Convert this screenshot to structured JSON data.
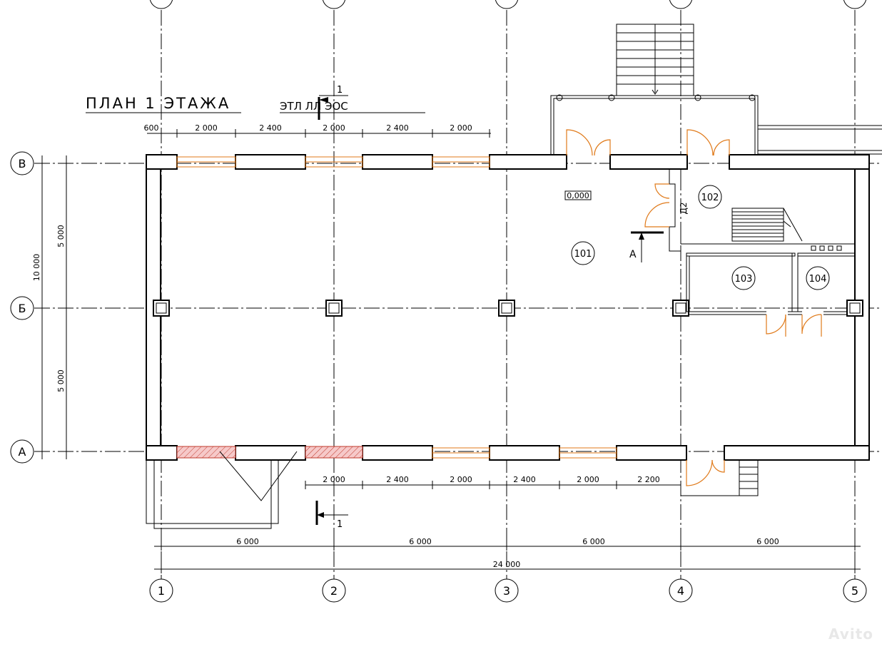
{
  "title": "ПЛАН  1  ЭТАЖА",
  "title_scribble": "ЭТЛ        ЛЛ         ЭОС",
  "axes_vertical": [
    "1",
    "2",
    "3",
    "4",
    "5"
  ],
  "axes_horizontal": [
    "В",
    "Б",
    "А"
  ],
  "dims_top": [
    "600",
    "2 000",
    "2 400",
    "2 000",
    "2 400",
    "2 000"
  ],
  "dims_bottom_openings": [
    "2 000",
    "2 400",
    "2 000",
    "2 400",
    "2 000",
    "2 200"
  ],
  "dims_bottom_bays": [
    "6 000",
    "6 000",
    "6 000",
    "6 000"
  ],
  "dim_total": "24 000",
  "dims_left_bays": [
    "5 000",
    "5 000"
  ],
  "dim_left_total": "10 000",
  "level_mark": "0,000",
  "rooms": [
    "101",
    "102",
    "103",
    "104"
  ],
  "door_tag": "Д2",
  "section_mark_letter": "А",
  "section_number_top": "1",
  "section_number_bottom": "1",
  "watermark": "Avito"
}
